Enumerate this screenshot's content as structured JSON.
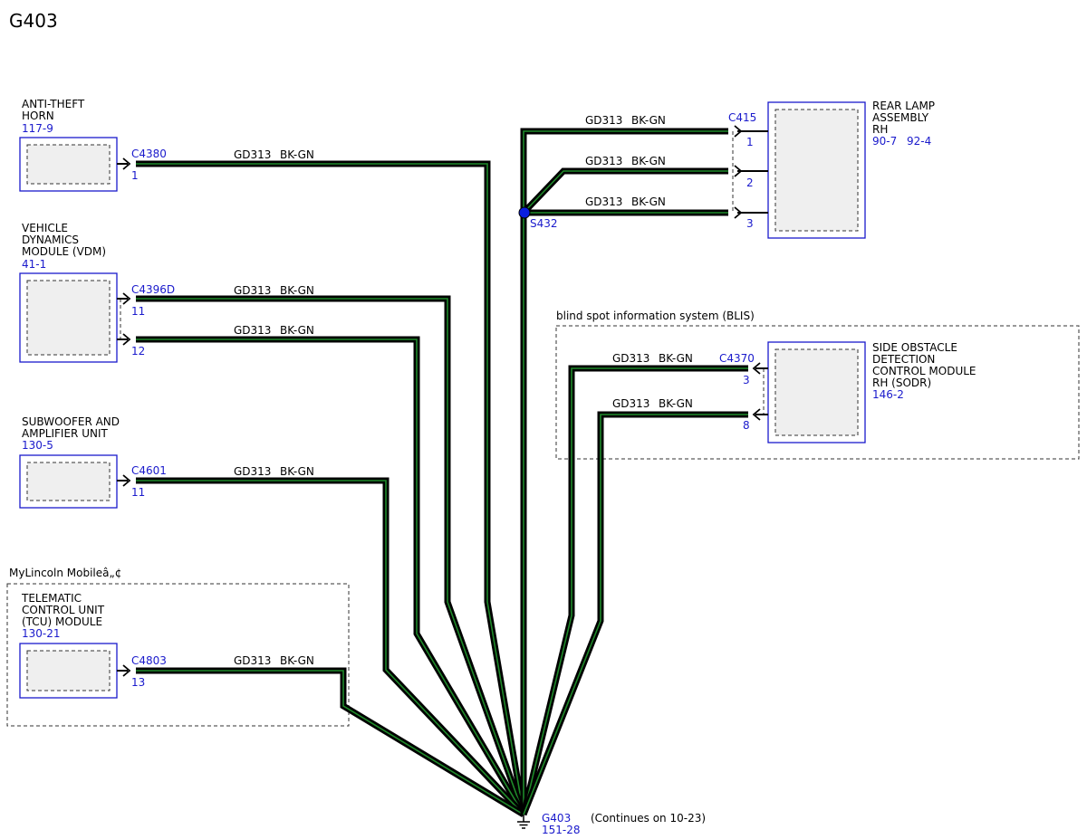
{
  "title": "G403",
  "wire": {
    "circuit": "GD313",
    "color": "BK-GN"
  },
  "components": {
    "anti_theft_horn": {
      "name_lines": [
        "ANTI-THEFT",
        "HORN"
      ],
      "ref": "117-9",
      "connector": "C4380",
      "pins": [
        "1"
      ]
    },
    "vdm": {
      "name_lines": [
        "VEHICLE",
        "DYNAMICS",
        "MODULE (VDM)"
      ],
      "ref": "41-1",
      "connector": "C4396D",
      "pins": [
        "11",
        "12"
      ]
    },
    "subwoofer": {
      "name_lines": [
        "SUBWOOFER AND",
        "AMPLIFIER UNIT"
      ],
      "ref": "130-5",
      "connector": "C4601",
      "pins": [
        "11"
      ]
    },
    "tcu": {
      "name_lines": [
        "TELEMATIC",
        "CONTROL UNIT",
        "(TCU) MODULE"
      ],
      "ref": "130-21",
      "connector": "C4803",
      "pins": [
        "13"
      ]
    },
    "rear_lamp": {
      "name_lines": [
        "REAR LAMP",
        "ASSEMBLY",
        "RH"
      ],
      "refs": [
        "90-7",
        "92-4"
      ],
      "connector": "C415",
      "pins": [
        "1",
        "2",
        "3"
      ]
    },
    "sodr": {
      "name_lines": [
        "SIDE OBSTACLE",
        "DETECTION",
        "CONTROL MODULE",
        "RH (SODR)"
      ],
      "ref": "146-2",
      "connector": "C4370",
      "pins": [
        "3",
        "8"
      ]
    }
  },
  "groups": {
    "mylincoln": "MyLincoln Mobileâ„¢",
    "blis": "blind spot information system (BLIS)"
  },
  "splice": "S432",
  "ground": {
    "name": "G403",
    "ref": "151-28",
    "note": "(Continues on 10-23)"
  },
  "colors": {
    "label_blue": "#1a1acc",
    "wire_outer": "#000000",
    "wire_inner": "#1f8a2a",
    "splice_dot": "#0a1ee0"
  }
}
